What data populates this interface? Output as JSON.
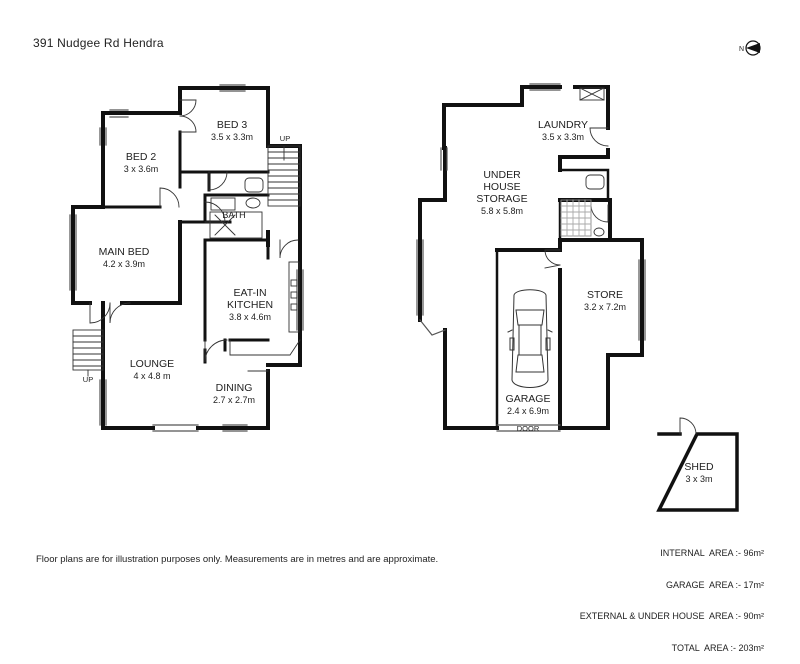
{
  "address": "391 Nudgee Rd Hendra",
  "disclaimer": "Floor plans are for illustration purposes only. Measurements are in metres and are approximate.",
  "north_symbol": "N",
  "north_icon": "north-arrow-icon",
  "rooms": [
    {
      "key": "bed3",
      "name": "BED 3",
      "dim": "3.5 x 3.3m"
    },
    {
      "key": "bed2",
      "name": "BED 2",
      "dim": "3 x 3.6m"
    },
    {
      "key": "main_bed",
      "name": "MAIN BED",
      "dim": "4.2 x 3.9m"
    },
    {
      "key": "bath",
      "name": "BATH",
      "dim": ""
    },
    {
      "key": "kitchen",
      "name": "EAT-IN\nKITCHEN",
      "dim": "3.8 x 4.6m"
    },
    {
      "key": "lounge",
      "name": "LOUNGE",
      "dim": "4 x 4.8 m"
    },
    {
      "key": "dining",
      "name": "DINING",
      "dim": "2.7 x 2.7m"
    },
    {
      "key": "laundry",
      "name": "LAUNDRY",
      "dim": "3.5 x 3.3m"
    },
    {
      "key": "storage",
      "name": "UNDER\nHOUSE\nSTORAGE",
      "dim": "5.8 x 5.8m"
    },
    {
      "key": "store",
      "name": "STORE",
      "dim": "3.2 x 7.2m"
    },
    {
      "key": "garage",
      "name": "GARAGE",
      "dim": "2.4 x 6.9m"
    },
    {
      "key": "shed",
      "name": "SHED",
      "dim": "3 x 3m"
    }
  ],
  "labels": {
    "stairs_up_top": "UP",
    "stairs_up_left": "UP",
    "garage_door": "DOOR"
  },
  "areas": [
    {
      "label": "INTERNAL  AREA :-",
      "value": "96m²"
    },
    {
      "label": "GARAGE  AREA :-",
      "value": "17m²"
    },
    {
      "label": "EXTERNAL & UNDER HOUSE  AREA :-",
      "value": "90m²"
    },
    {
      "label": "TOTAL  AREA :-",
      "value": "203m²"
    }
  ]
}
